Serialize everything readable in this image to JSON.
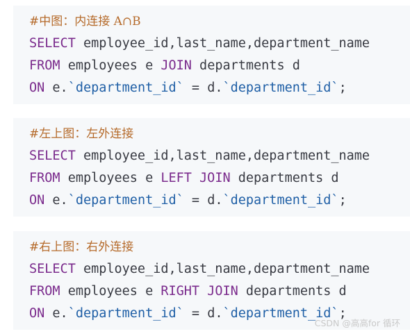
{
  "blocks": [
    {
      "comment": "#中图：内连接 A∩B",
      "select_kw": "SELECT",
      "select_rest": " employee_id,last_name,department_name",
      "from_kw": "FROM",
      "from_mid": " employees e ",
      "join_kw": "JOIN",
      "from_rest": " departments d",
      "on_kw": "ON",
      "on_a": " e.",
      "on_col1": "`department_id`",
      "on_b": " = d.",
      "on_col2": "`department_id`",
      "on_end": ";"
    },
    {
      "comment": "#左上图：左外连接",
      "select_kw": "SELECT",
      "select_rest": " employee_id,last_name,department_name",
      "from_kw": "FROM",
      "from_mid": " employees e ",
      "join_kw": "LEFT JOIN",
      "from_rest": " departments d",
      "on_kw": "ON",
      "on_a": " e.",
      "on_col1": "`department_id`",
      "on_b": " = d.",
      "on_col2": "`department_id`",
      "on_end": ";"
    },
    {
      "comment": "#右上图：右外连接",
      "select_kw": "SELECT",
      "select_rest": " employee_id,last_name,department_name",
      "from_kw": "FROM",
      "from_mid": " employees e ",
      "join_kw": "RIGHT JOIN",
      "from_rest": " departments d",
      "on_kw": "ON",
      "on_a": " e.",
      "on_col1": "`department_id`",
      "on_b": " = d.",
      "on_col2": "`department_id`",
      "on_end": ";"
    }
  ],
  "watermark": "CSDN @高高for 循环",
  "colors": {
    "background": "#f6f8fa",
    "comment": "#b56a2a",
    "keyword": "#7a2a8c",
    "identifier": "#1f5fa6",
    "text": "#383a42"
  }
}
